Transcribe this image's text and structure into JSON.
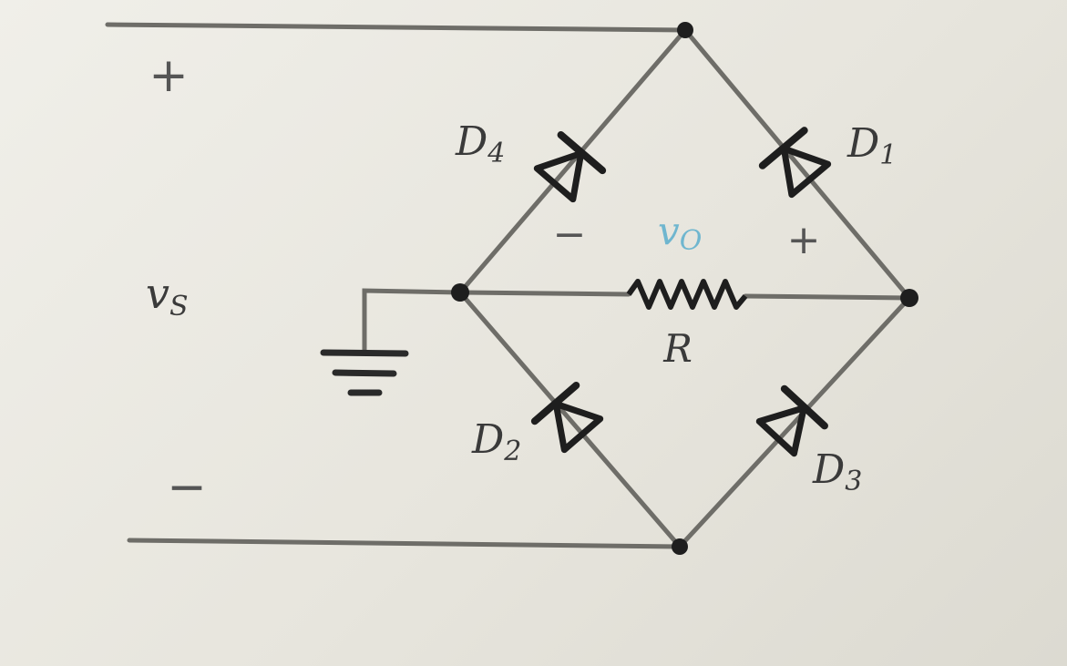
{
  "source": {
    "voltage_symbol": "v",
    "voltage_subscript": "S",
    "plus": "+",
    "minus": "−"
  },
  "output": {
    "voltage_symbol": "v",
    "voltage_subscript": "O",
    "plus": "+",
    "minus": "−"
  },
  "resistor": {
    "label": "R"
  },
  "diodes": [
    {
      "letter": "D",
      "index": "1"
    },
    {
      "letter": "D",
      "index": "2"
    },
    {
      "letter": "D",
      "index": "3"
    },
    {
      "letter": "D",
      "index": "4"
    }
  ],
  "colors": {
    "wire": "#6e6d68",
    "component": "#1e1e1e",
    "output_label": "#6fb6cf"
  }
}
